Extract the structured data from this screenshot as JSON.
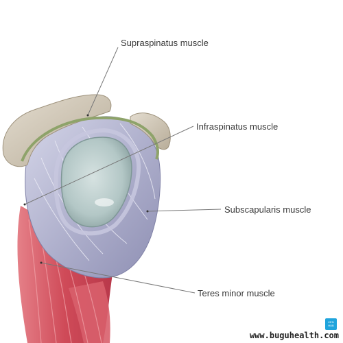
{
  "labels": {
    "supraspinatus": "Supraspinatus muscle",
    "infraspinatus": "Infraspinatus muscle",
    "subscapularis": "Subscapularis muscle",
    "teres_minor": "Teres minor muscle"
  },
  "badge": {
    "text": "KEN HUB"
  },
  "watermark": "www.buguhealth.com",
  "colors": {
    "bone": "#c9bfae",
    "capsule": "#a9aac8",
    "glenoid": "#b9cccb",
    "muscle": "#cf4a58",
    "cartilage": "#8ea36a",
    "leader": "#777777",
    "brand": "#20a4dc"
  }
}
